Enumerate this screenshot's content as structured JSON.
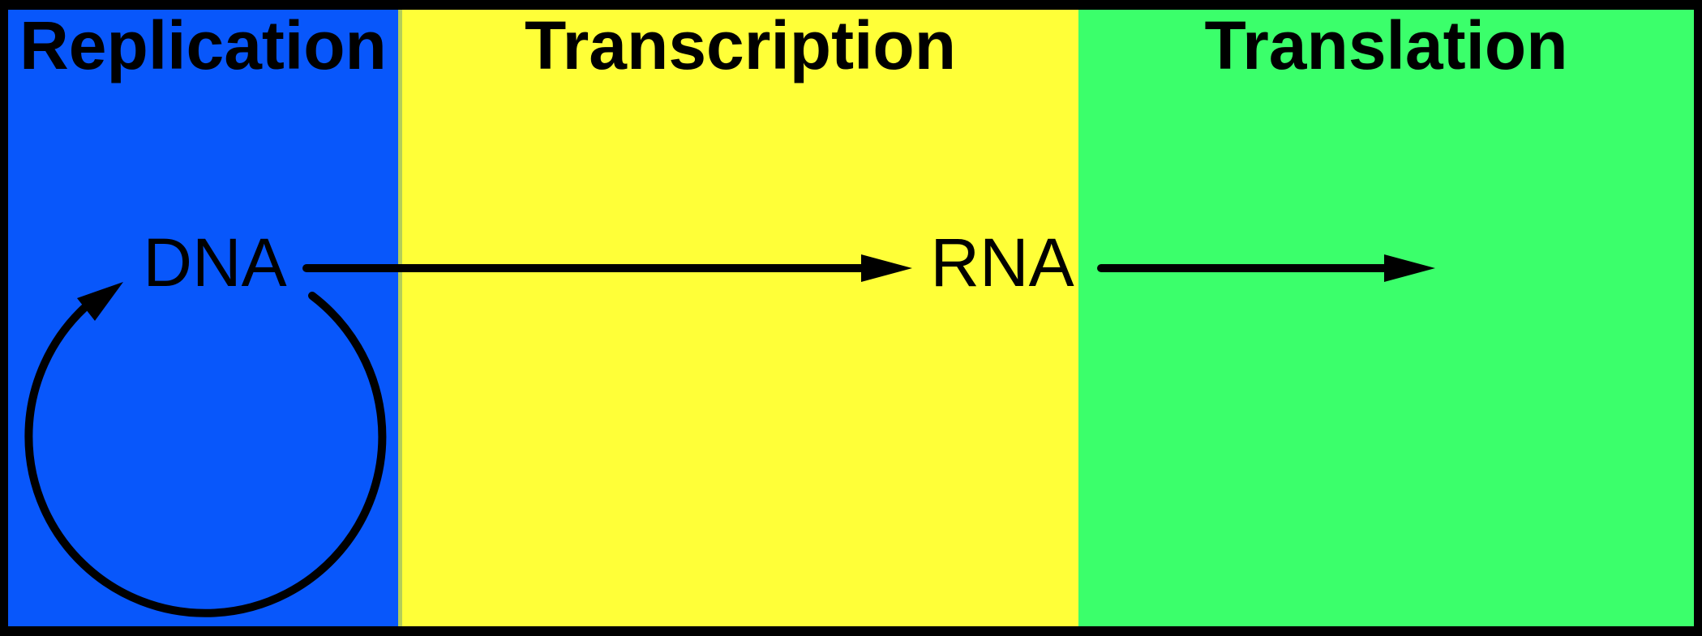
{
  "panels": [
    {
      "label": "Replication",
      "color": "#0857fb"
    },
    {
      "label": "Transcription",
      "color": "#ffff38"
    },
    {
      "label": "Translation",
      "color": "#3bff6b"
    }
  ],
  "nodes": {
    "dna": "DNA",
    "rna": "RNA"
  },
  "arrows": [
    {
      "name": "replication-cycle-arrow",
      "from": "DNA",
      "to": "DNA"
    },
    {
      "name": "transcription-arrow",
      "from": "DNA",
      "to": "RNA"
    },
    {
      "name": "translation-arrow",
      "from": "RNA",
      "to": ""
    }
  ],
  "colors": {
    "frame_border": "#000000",
    "arrow": "#000000",
    "text": "#000000",
    "blue_yellow_seam": "#b5ce58"
  }
}
